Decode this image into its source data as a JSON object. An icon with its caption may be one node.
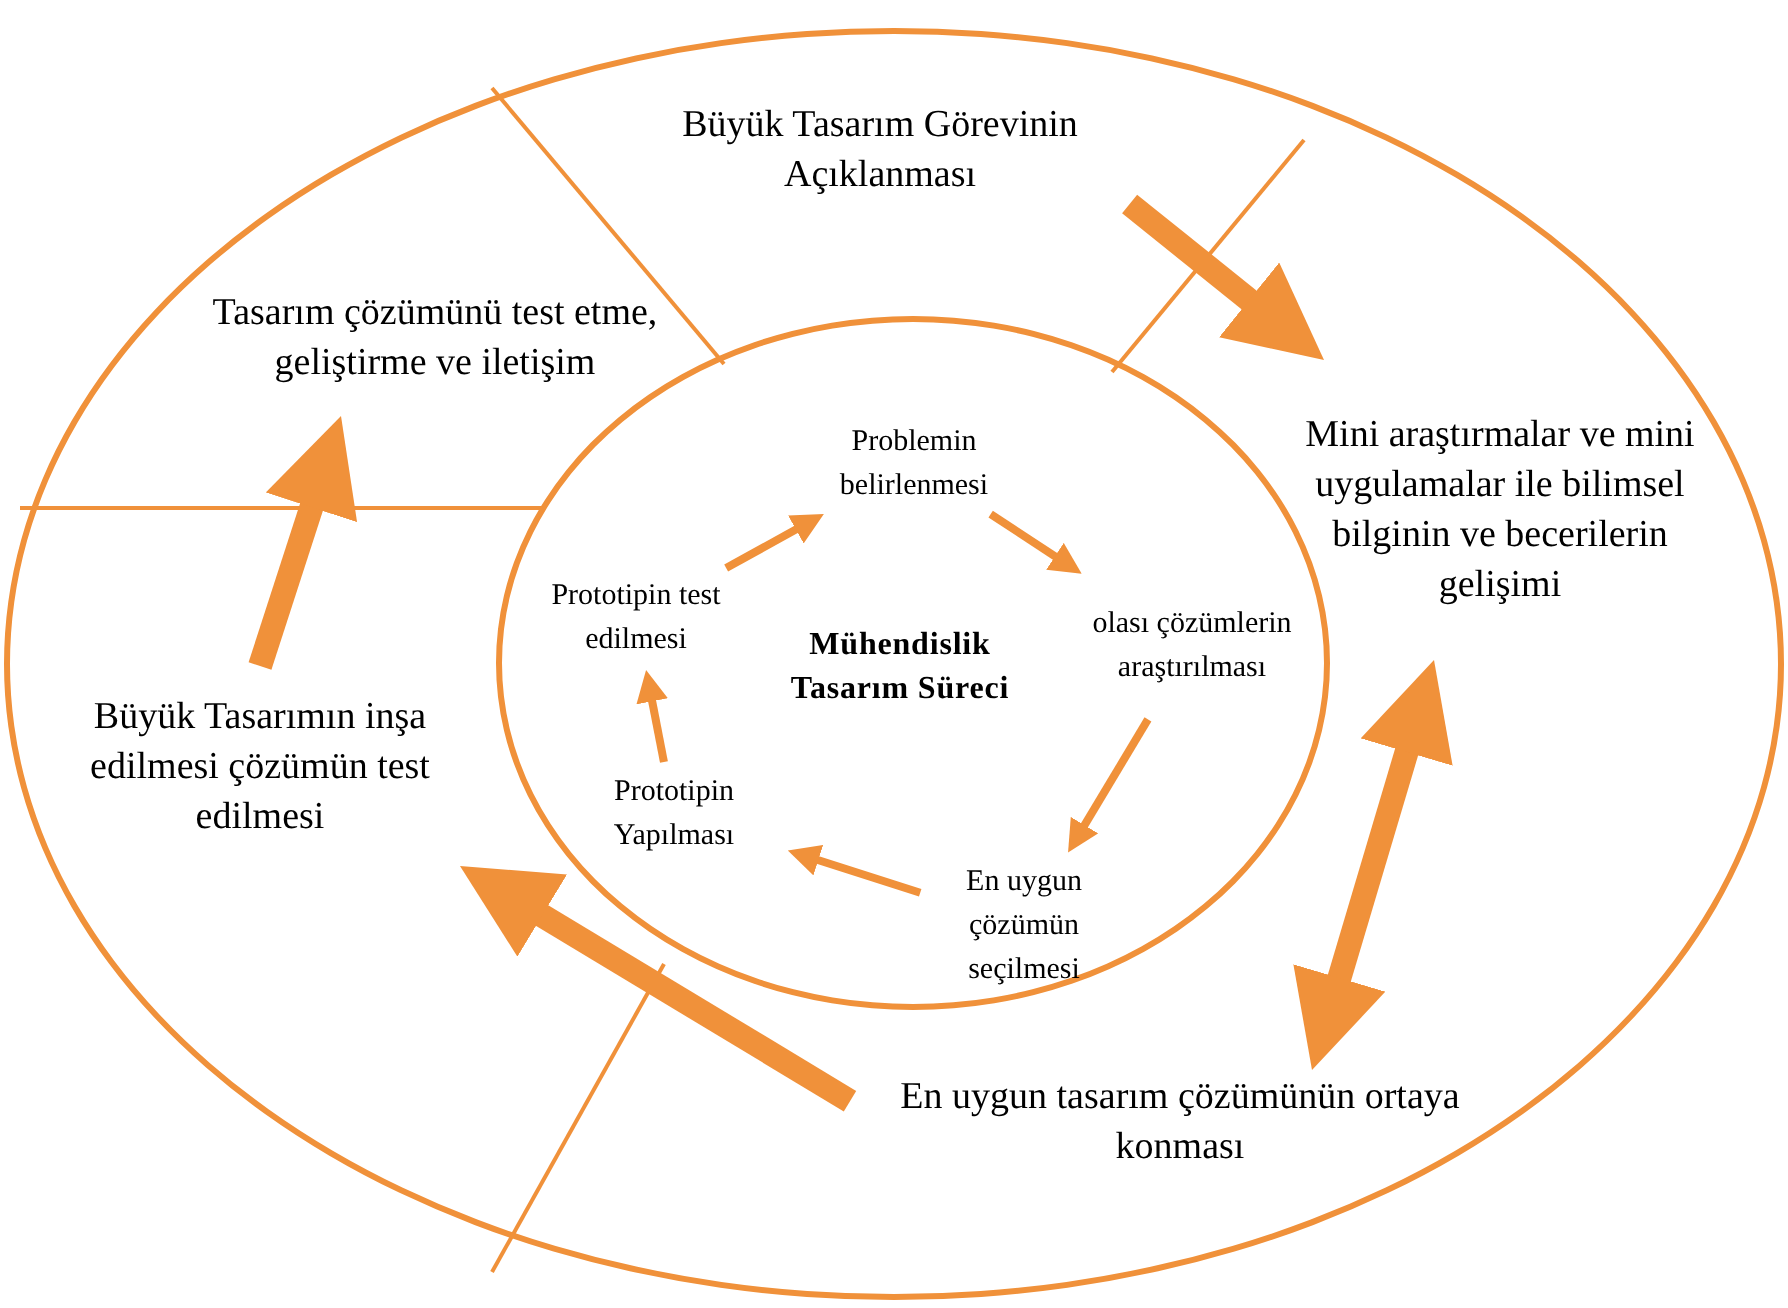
{
  "diagram": {
    "nodes": [
      {
        "text": [],
        "shape": "circle"
      },
      {
        "text": [
          "Büyük Tasarım Görevinin Açıklanması"
        ],
        "in": 0
      },
      {
        "text": [
          "Mini araştırmalar ve mini uygulamalar ile bilimsel bilginin ve becerilerin gelişimi"
        ],
        "in": 0
      },
      {
        "text": [
          "En uygun tasarım çözümünün ortaya konması"
        ],
        "in": 0
      },
      {
        "text": [
          "Büyük Tasarımın inşa edilmesi çözümün test edilmesi"
        ],
        "in": 0
      },
      {
        "text": [
          "Tasarım çözümünü test etme, geliştirme ve iletişim"
        ],
        "in": 0
      },
      {
        "text": [
          "Mühendislik Tasarım Süreci"
        ],
        "in": 0
      },
      {
        "text": [
          "Problemin belirlenmesi"
        ],
        "in": 6
      },
      {
        "text": [
          "olası çözümlerin araştırılması"
        ],
        "in": 6
      },
      {
        "text": [
          "En uygun çözümün seçilmesi"
        ],
        "in": 6
      },
      {
        "text": [
          "Prototipin Yapılması"
        ],
        "in": 6
      },
      {
        "text": [
          "Prototipin test edilmesi"
        ],
        "in": 6
      }
    ],
    "edges": [
      {
        "from": 1,
        "to": 2,
        "arrow": "to",
        "style": "thick"
      },
      {
        "from": 2,
        "to": 3,
        "arrow": "both",
        "style": "thick"
      },
      {
        "from": 3,
        "to": 4,
        "arrow": "to",
        "style": "thick"
      },
      {
        "from": 4,
        "to": 5,
        "arrow": "to",
        "style": "thick"
      },
      {
        "from": 7,
        "to": 8,
        "arrow": "to"
      },
      {
        "from": 8,
        "to": 9,
        "arrow": "to"
      },
      {
        "from": 9,
        "to": 10,
        "arrow": "to"
      },
      {
        "from": 10,
        "to": 11,
        "arrow": "to"
      },
      {
        "from": 11,
        "to": 7,
        "arrow": "to"
      }
    ]
  }
}
